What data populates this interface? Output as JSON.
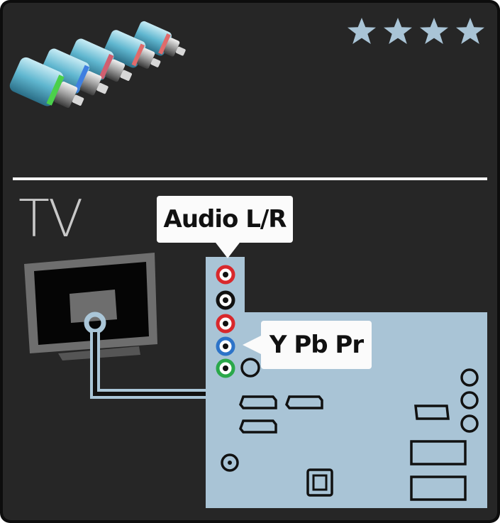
{
  "rating": {
    "stars": 4,
    "max": 4
  },
  "device_label": "TV",
  "callouts": {
    "audio": "Audio L/R",
    "component": "Y Pb Pr"
  },
  "colors": {
    "background": "#262626",
    "panel_blue": "#a9c4d6",
    "star": "#a9c4d6",
    "connector_red": "#d8282c",
    "connector_white": "#ffffff",
    "connector_blue": "#2c73c8",
    "connector_green": "#2aa84a",
    "cable_outline": "#aac6d8"
  },
  "connector_jacks": [
    "red",
    "white",
    "red",
    "blue",
    "green"
  ]
}
